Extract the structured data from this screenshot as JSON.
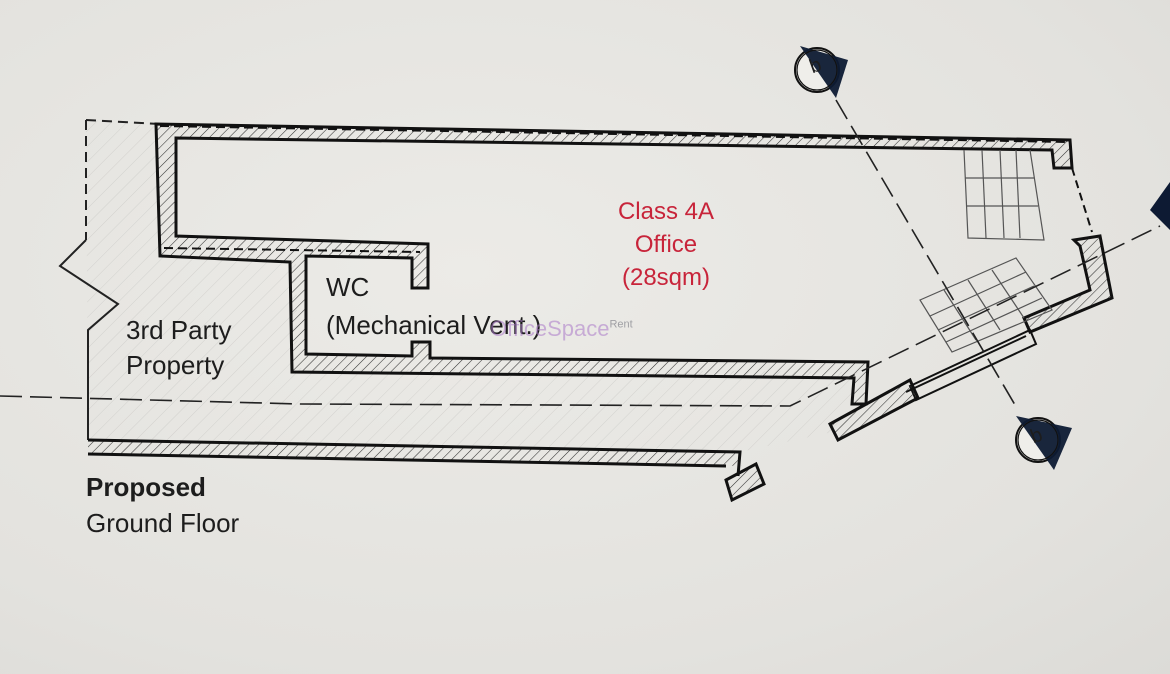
{
  "labels": {
    "office_line1": "Class 4A",
    "office_line2": "Office",
    "office_line3": "(28sqm)",
    "wc_line1": "WC",
    "wc_line2": "(Mechanical Vent.)",
    "third_party_line1": "3rd Party",
    "third_party_line2": "Property",
    "proposed": "Proposed",
    "ground_floor": "Ground Floor"
  },
  "section_markers": {
    "top": "b",
    "bottom": "b"
  },
  "watermark": {
    "brand": "OfficeSpace",
    "suffix": "Rent"
  },
  "colors": {
    "paper": "#e6e5e1",
    "ink": "#1a1a1a",
    "office_label": "#c8243a",
    "marker_fill": "#0d1a33"
  }
}
